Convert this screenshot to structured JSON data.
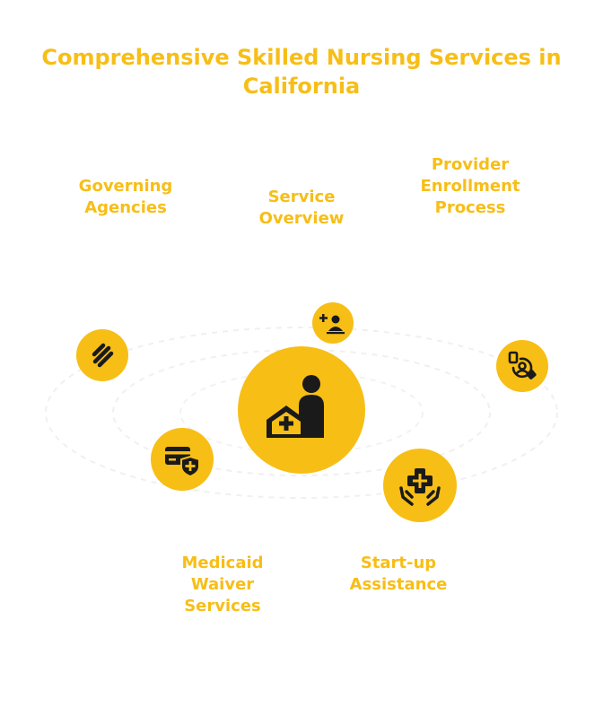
{
  "title": "Comprehensive Skilled Nursing Services in California",
  "colors": {
    "accent": "#F7BE16",
    "icon": "#1a1a1a",
    "background": "#ffffff"
  },
  "nodes": [
    {
      "id": "governing-agencies",
      "label": "Governing Agencies",
      "icon": "stripes-icon"
    },
    {
      "id": "service-overview",
      "label": "Service Overview",
      "icon": "nurse-add-icon"
    },
    {
      "id": "provider-enrollment",
      "label": "Provider Enrollment Process",
      "icon": "enrollment-icon"
    },
    {
      "id": "medicaid-waiver",
      "label": "Medicaid Waiver Services",
      "icon": "card-plus-icon"
    },
    {
      "id": "startup-assistance",
      "label": "Start-up Assistance",
      "icon": "hands-cross-icon"
    }
  ],
  "center": {
    "icon": "home-care-icon"
  }
}
